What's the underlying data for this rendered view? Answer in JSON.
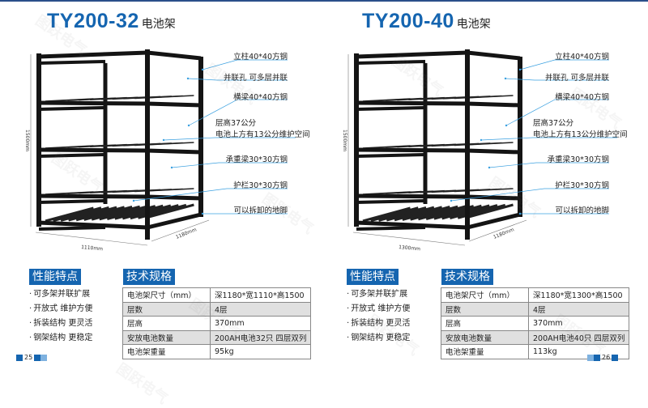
{
  "watermark": "图跃电气",
  "pages": [
    {
      "title": {
        "model": "TY200-32",
        "suffix": "电池架"
      },
      "dims": {
        "height": "1500mm",
        "width": "1110mm",
        "depth": "1180mm"
      },
      "callouts": [
        "立柱40*40方钢",
        "并联孔  可多层并联",
        "横梁40*40方钢",
        "层高37公分",
        "电池上方有13公分维护空间",
        "承重梁30*30方钢",
        "护栏30*30方钢",
        "可以拆卸的地脚"
      ],
      "features_title": "性能特点",
      "features": [
        "可多架并联扩展",
        "开放式  维护方便",
        "拆装结构  更灵活",
        "钢架结构  更稳定"
      ],
      "spec_title": "技术规格",
      "specs": [
        [
          "电池架尺寸（mm）",
          "深1180*宽1110*高1500"
        ],
        [
          "层数",
          "4层"
        ],
        [
          "层高",
          "370mm"
        ],
        [
          "安放电池数量",
          "200AH电池32只  四层双列"
        ],
        [
          "电池架重量",
          "95kg"
        ]
      ],
      "page_number": "25"
    },
    {
      "title": {
        "model": "TY200-40",
        "suffix": "电池架"
      },
      "dims": {
        "height": "1500mm",
        "width": "1300mm",
        "depth": "1180mm"
      },
      "callouts": [
        "立柱40*40方钢",
        "并联孔  可多层并联",
        "横梁40*40方钢",
        "层高37公分",
        "电池上方有13公分维护空间",
        "承重梁30*30方钢",
        "护栏30*30方钢",
        "可以拆卸的地脚"
      ],
      "features_title": "性能特点",
      "features": [
        "可多架并联扩展",
        "开放式  维护方便",
        "拆装结构  更灵活",
        "钢架结构  更稳定"
      ],
      "spec_title": "技术规格",
      "specs": [
        [
          "电池架尺寸（mm）",
          "深1180*宽1300*高1500"
        ],
        [
          "层数",
          "4层"
        ],
        [
          "层高",
          "370mm"
        ],
        [
          "安放电池数量",
          "200AH电池40只  四层双列"
        ],
        [
          "电池架重量",
          "113kg"
        ]
      ],
      "page_number": "26"
    }
  ],
  "colors": {
    "brand": "#1565b0",
    "light": "#7fb2e0",
    "callout_line": "#3aa0e0"
  }
}
